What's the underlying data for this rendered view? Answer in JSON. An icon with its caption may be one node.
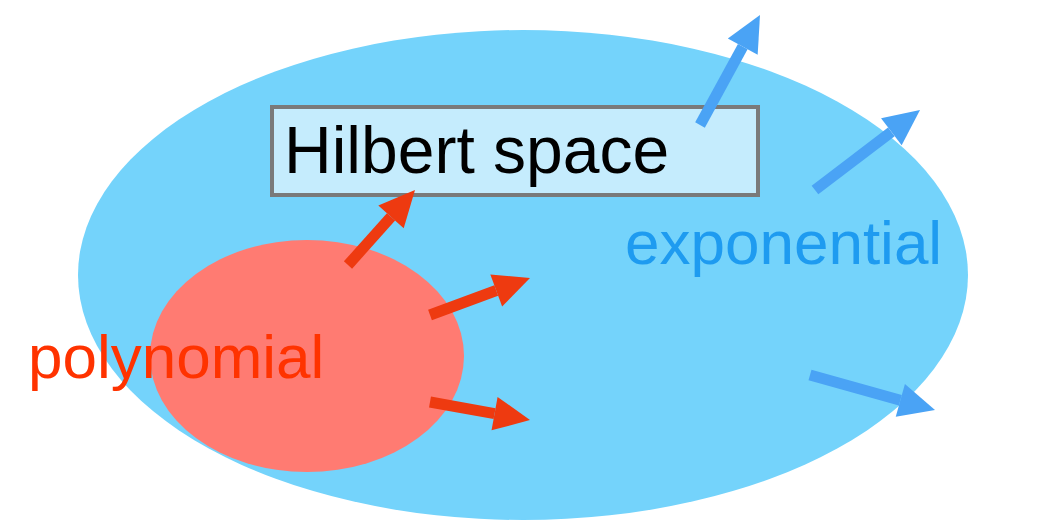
{
  "diagram": {
    "nodes": [
      {
        "text": [
          "exponential"
        ]
      },
      {
        "text": [
          "Hilbert space"
        ],
        "in": 0
      },
      {
        "text": [
          "polynomial"
        ],
        "in": 0
      }
    ]
  }
}
